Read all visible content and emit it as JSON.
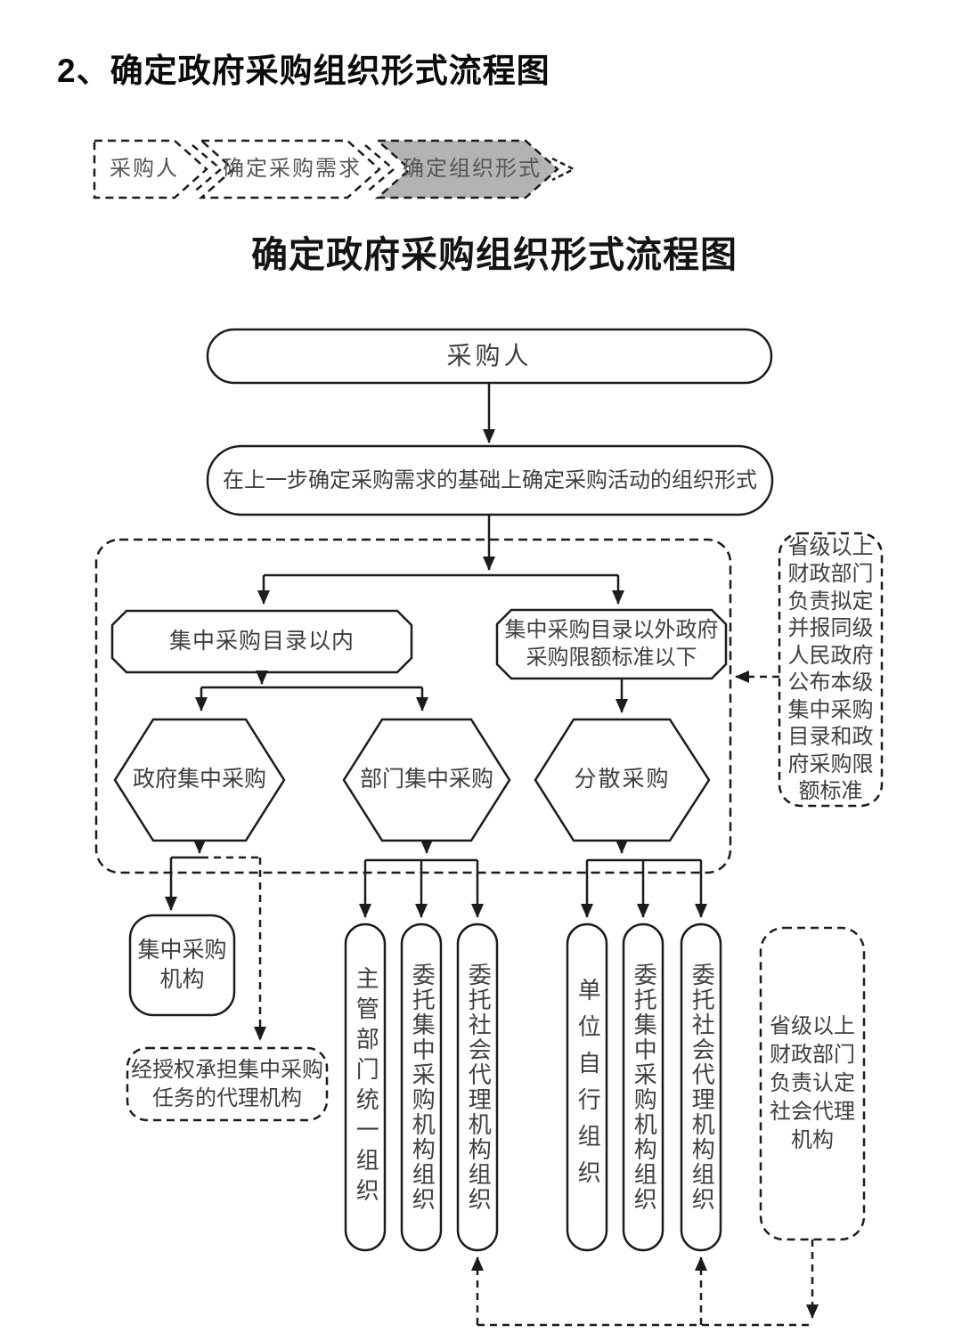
{
  "page": {
    "heading": "2、确定政府采购组织形式流程图"
  },
  "banner": {
    "step1": "采购人",
    "step2": "确定采购需求",
    "step3": "确定组织形式"
  },
  "flow": {
    "title": "确定政府采购组织形式流程图",
    "purchaser": "采购人",
    "determine": "在上一步确定采购需求的基础上确定采购活动的组织形式",
    "within_catalog": "集中采购目录以内",
    "outside_catalog": "集中采购目录以外政府\n采购限额标准以下",
    "gov_centralized": "政府集中采购",
    "dept_centralized": "部门集中采购",
    "decentralized": "分散采购",
    "central_agency": "集中采购\n机构",
    "authorized_agency": "经授权承担集中采购\n任务的代理机构",
    "pills": [
      "主管部门统一组织",
      "委托集中采购机构组织",
      "委托社会代理机构组织",
      "单位自行组织",
      "委托集中采购机构组织",
      "委托社会代理机构组织"
    ],
    "note_catalog": "省级以上\n财政部门\n负责拟定\n并报同级\n人民政府\n公布本级\n集中采购\n目录和政\n府采购限\n额标准",
    "note_agency": "省级以上\n财政部门\n负责认定\n社会代理\n机构"
  },
  "colors": {
    "line": "#1c1c1c",
    "banner_active_fill": "#b3b3b3",
    "shape_text": "#3f3f3f",
    "background": "#ffffff"
  }
}
